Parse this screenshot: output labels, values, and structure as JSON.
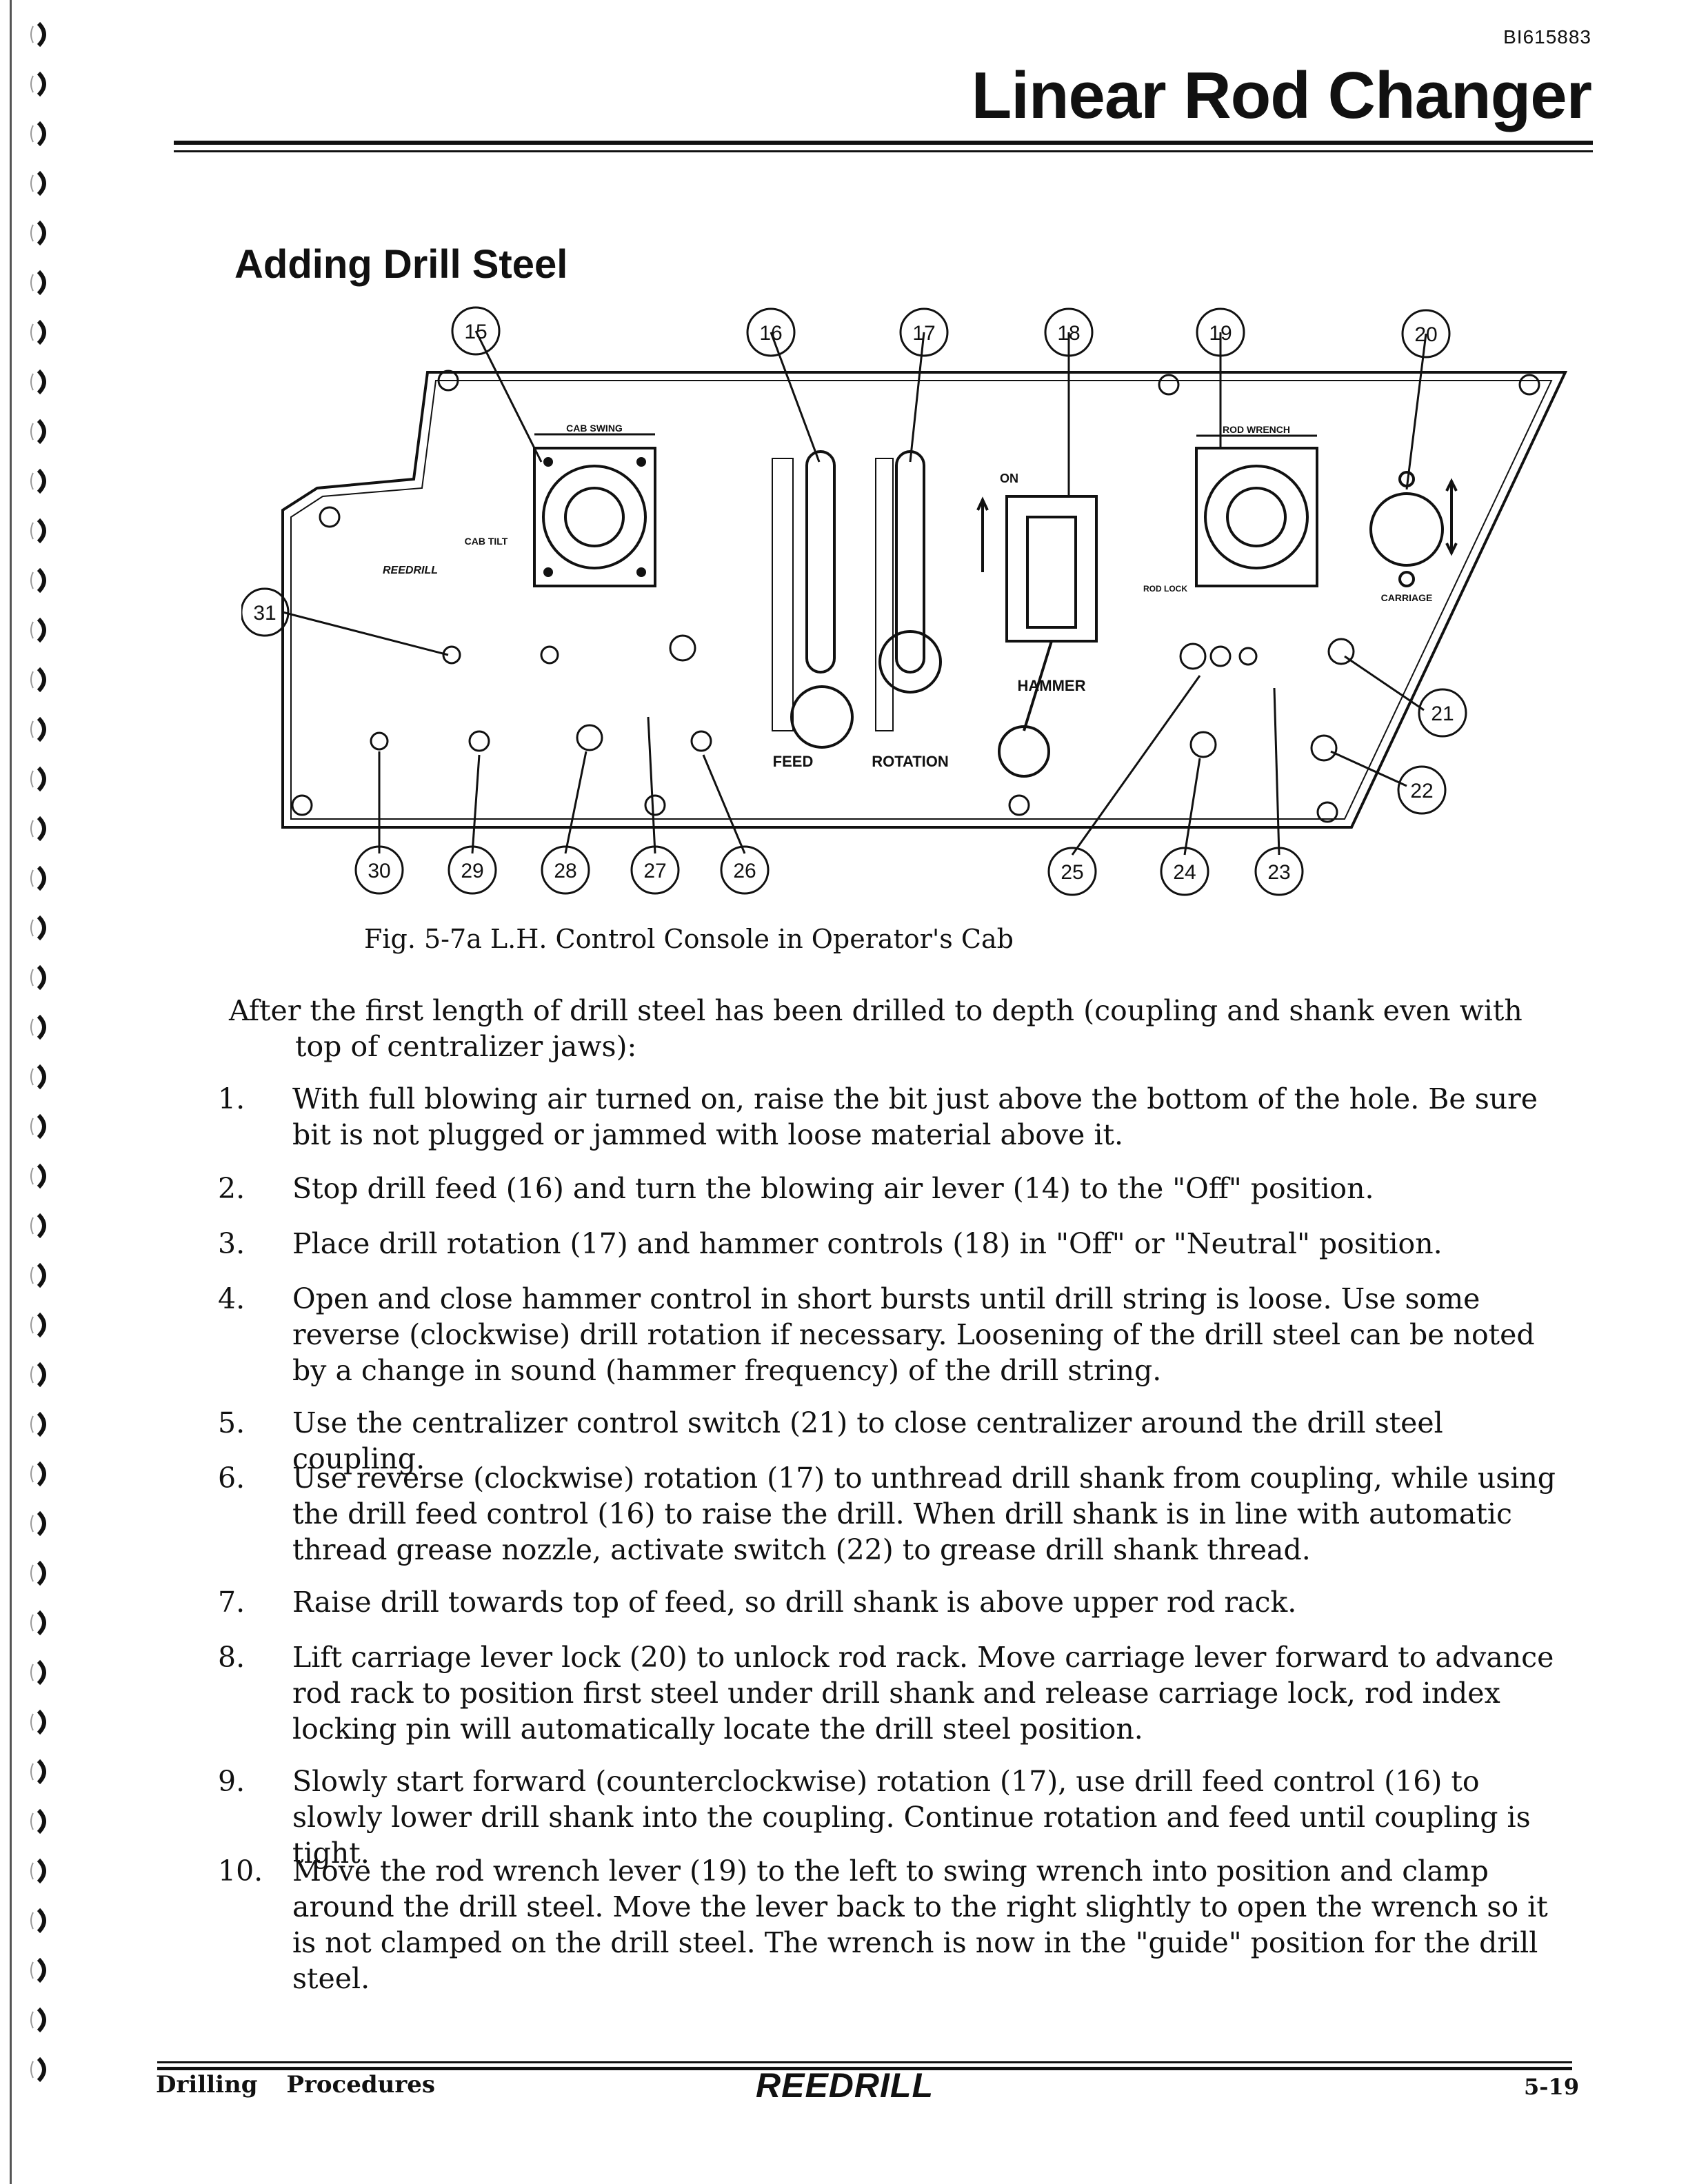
{
  "doc_id": "BI615883",
  "page_title": "Linear Rod Changer",
  "section_heading": "Adding Drill Steel",
  "figure": {
    "callouts": [
      "15",
      "16",
      "17",
      "18",
      "19",
      "20",
      "21",
      "22",
      "23",
      "24",
      "25",
      "26",
      "27",
      "28",
      "29",
      "30",
      "31"
    ],
    "panel_labels": {
      "cab_swing": "CAB SWING",
      "cab_tilt": "CAB TILT",
      "on": "ON",
      "feed": "FEED",
      "rotation": "ROTATION",
      "hammer": "HAMMER",
      "rod_wrench": "ROD WRENCH",
      "rod_lock": "ROD LOCK",
      "carriage": "CARRIAGE",
      "brand": "REEDRILL"
    }
  },
  "figure_caption": "Fig. 5-7a  L.H. Control Console in Operator's Cab",
  "intro": "After the first length of drill steel has been drilled to depth (coupling and shank even with top of centralizer jaws):",
  "steps": [
    {
      "num": "1.",
      "text": "With full blowing air turned on, raise the bit just above the bottom of the hole. Be sure bit is not plugged or jammed with loose material above it."
    },
    {
      "num": "2.",
      "text": "Stop drill feed (16) and turn the blowing air lever (14) to the \"Off\" position."
    },
    {
      "num": "3.",
      "text": "Place drill rotation (17) and hammer controls (18) in \"Off\" or \"Neutral\" position."
    },
    {
      "num": "4.",
      "text": "Open and close hammer control in short bursts until drill string is loose. Use some reverse (clockwise) drill rotation if necessary. Loosening of the drill steel can be noted by a change in sound (hammer frequency) of the drill string."
    },
    {
      "num": "5.",
      "text": "Use  the centralizer control switch (21) to close centralizer around the drill steel coupling."
    },
    {
      "num": "6.",
      "text": "Use reverse (clockwise) rotation (17) to unthread drill shank from coupling, while using the drill feed control (16) to raise the drill. When drill shank is in line with automatic thread grease nozzle, activate switch (22) to grease drill shank thread."
    },
    {
      "num": "7.",
      "text": "Raise drill towards top of feed, so drill shank is above upper rod rack."
    },
    {
      "num": "8.",
      "text": "Lift carriage lever lock (20) to unlock rod rack. Move carriage lever forward to advance rod rack to position first steel under drill shank and release carriage lock,  rod index locking pin will automatically locate the drill steel position."
    },
    {
      "num": "9.",
      "text": "Slowly start forward (counterclockwise) rotation (17), use drill feed control (16) to slowly lower drill shank into the coupling. Continue rotation and feed until coupling is tight."
    },
    {
      "num": "10.",
      "text": "Move the rod wrench lever (19) to  the left  to swing  wrench into position and clamp around the drill steel. Move the lever back to the right slightly to open the wrench so it is not clamped on the drill steel. The wrench is now in the \"guide\" position for the drill steel."
    }
  ],
  "footer": {
    "left": "Drilling Procedures",
    "logo": "REEDRILL",
    "page_number": "5-19"
  }
}
